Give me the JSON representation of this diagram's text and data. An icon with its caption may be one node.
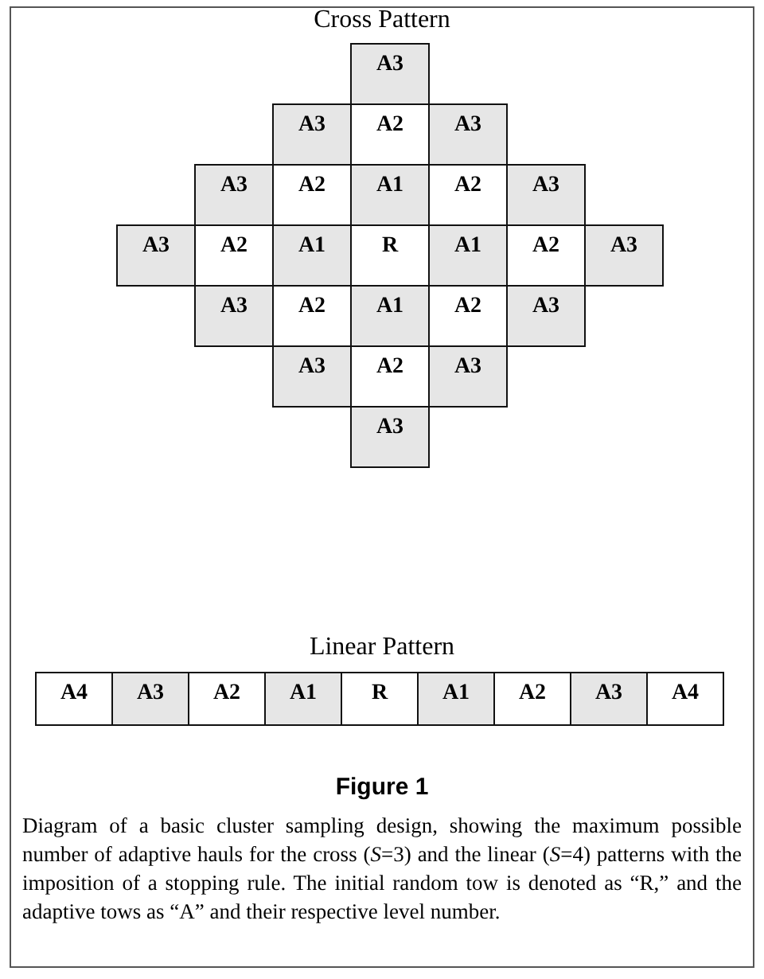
{
  "diagram": {
    "caption": "Diagram of a basic cluster sampling design, showing the maximum possible number of adaptive hauls for the cross (*S*=3) and the linear (*S*=4) patterns with the imposition of a stopping rule. The initial random tow is denoted as “R,” and the adaptive tows as “A” and their respective level number.",
    "nodes": [
      {
        "text": [
          "A3"
        ]
      },
      {
        "text": [
          "A3"
        ]
      },
      {
        "text": [
          "A2"
        ]
      },
      {
        "text": [
          "A3"
        ]
      },
      {
        "text": [
          "A3"
        ]
      },
      {
        "text": [
          "A2"
        ]
      },
      {
        "text": [
          "A1"
        ]
      },
      {
        "text": [
          "A2"
        ]
      },
      {
        "text": [
          "A3"
        ]
      },
      {
        "text": [
          "A3"
        ]
      },
      {
        "text": [
          "A2"
        ]
      },
      {
        "text": [
          "A1"
        ]
      },
      {
        "text": [
          "R"
        ]
      },
      {
        "text": [
          "A1"
        ]
      },
      {
        "text": [
          "A2"
        ]
      },
      {
        "text": [
          "A3"
        ]
      },
      {
        "text": [
          "A3"
        ]
      },
      {
        "text": [
          "A2"
        ]
      },
      {
        "text": [
          "A1"
        ]
      },
      {
        "text": [
          "A2"
        ]
      },
      {
        "text": [
          "A3"
        ]
      },
      {
        "text": [
          "A3"
        ]
      },
      {
        "text": [
          "A2"
        ]
      },
      {
        "text": [
          "A3"
        ]
      },
      {
        "text": [
          "A3"
        ]
      },
      {
        "text": [
          "A4"
        ]
      },
      {
        "text": [
          "A3"
        ]
      },
      {
        "text": [
          "A2"
        ]
      },
      {
        "text": [
          "A1"
        ]
      },
      {
        "text": [
          "R"
        ]
      },
      {
        "text": [
          "A1"
        ]
      },
      {
        "text": [
          "A2"
        ]
      },
      {
        "text": [
          "A3"
        ]
      },
      {
        "text": [
          "A4"
        ]
      }
    ],
    "labels": [
      "Cross Pattern",
      "Linear Pattern",
      "Figure 1"
    ]
  }
}
